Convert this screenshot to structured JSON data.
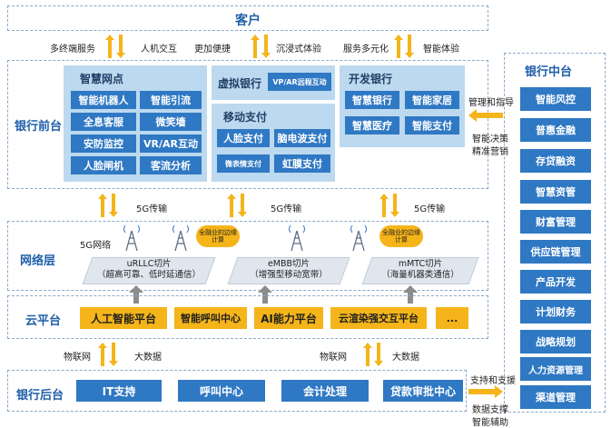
{
  "customer": {
    "label": "客户"
  },
  "top_arrow_labels": [
    "多终端服务",
    "人机交互",
    "更加便捷",
    "沉浸式体验",
    "服务多元化",
    "智能体验"
  ],
  "front": {
    "label": "银行前台",
    "smart": {
      "title": "智慧网点",
      "items": [
        "智能机器人",
        "智能引流",
        "全息客服",
        "微笑墙",
        "安防监控",
        "VR/AR互动",
        "人脸闸机",
        "客流分析"
      ]
    },
    "virtual": {
      "title": "虚拟银行",
      "item": "VP/AR远程互动"
    },
    "mobile": {
      "title": "移动支付",
      "items": [
        "人脸支付",
        "脑电波支付",
        "微表情支付",
        "虹膜支付"
      ]
    },
    "open": {
      "title": "开发银行",
      "items": [
        "智慧银行",
        "智能家居",
        "智慧医疗",
        "智能支付"
      ]
    }
  },
  "transfer_labels": [
    "5G传输",
    "5G传输",
    "5G传输"
  ],
  "network": {
    "label": "网络层",
    "g5_label": "5G网络",
    "edge_label": "全融业的边缘计算",
    "slices": [
      {
        "name": "uRLLC切片",
        "desc": "（超高可靠、低时延通信）"
      },
      {
        "name": "eMBB切片",
        "desc": "（增强型移动宽带）"
      },
      {
        "name": "mMTC切片",
        "desc": "（海量机器类通信）"
      }
    ]
  },
  "cloud": {
    "label": "云平台",
    "items": [
      "人工智能平台",
      "智能呼叫中心",
      "AI能力平台",
      "云渲染强交互平台",
      "..."
    ]
  },
  "bottom_arrow_labels": [
    "物联网",
    "大数据",
    "物联网",
    "大数据"
  ],
  "back": {
    "label": "银行后台",
    "items": [
      "IT支持",
      "呼叫中心",
      "会计处理",
      "贷款审批中心"
    ]
  },
  "middle": {
    "title": "银行中台",
    "items": [
      "智能风控",
      "普惠金融",
      "存贷融资",
      "智慧资管",
      "财富管理",
      "供应链管理",
      "产品开发",
      "计划财务",
      "战略规划",
      "人力资源管理",
      "渠道管理"
    ]
  },
  "side_labels": {
    "top": [
      "管理和指导",
      "智能决策",
      "精准营销"
    ],
    "bottom": [
      "支持和支援",
      "数据支撑",
      "智能辅助"
    ]
  },
  "colors": {
    "primary_blue": "#2f78c4",
    "light_blue": "#bcd9ef",
    "gold": "#f4b41a",
    "label_blue": "#1f5fa8"
  }
}
